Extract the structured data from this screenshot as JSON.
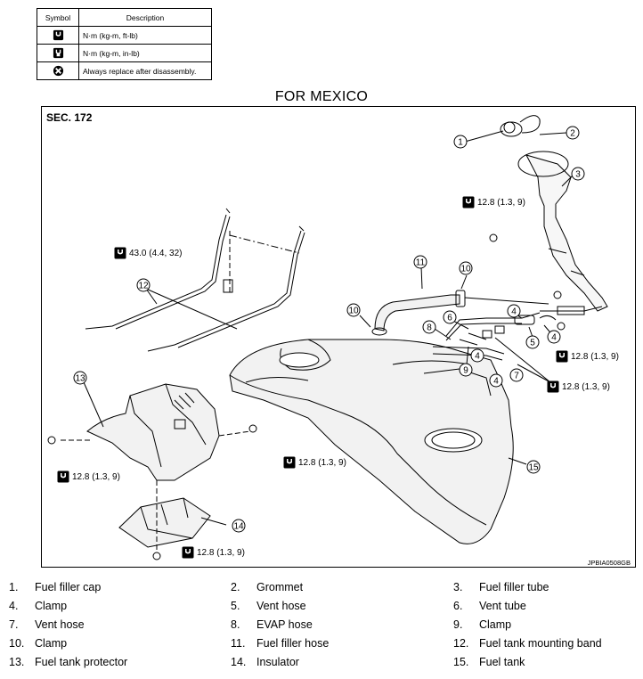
{
  "legend": {
    "headers": {
      "symbol": "Symbol",
      "description": "Description"
    },
    "rows": [
      {
        "icon": "torque-wrench-icon",
        "text": "N·m (kg-m, ft-lb)"
      },
      {
        "icon": "torque-wrench-small-icon",
        "text": "N·m (kg-m, in-lb)"
      },
      {
        "icon": "always-replace-icon",
        "text": "Always replace after disassembly."
      }
    ]
  },
  "title": "FOR MEXICO",
  "section": "SEC. 172",
  "image_code": "JPBIA0508GB",
  "callout_numbers": [
    "1",
    "2",
    "3",
    "4",
    "5",
    "6",
    "7",
    "8",
    "9",
    "10",
    "11",
    "12",
    "13",
    "14",
    "15"
  ],
  "torques": {
    "t1": "12.8 (1.3, 9)",
    "t2": "43.0 (4.4, 32)",
    "t3": "12.8 (1.3, 9)",
    "t4": "12.8 (1.3, 9)",
    "t5": "12.8 (1.3, 9)",
    "t6": "12.8 (1.3, 9)",
    "t7": "12.8 (1.3, 9)"
  },
  "parts": [
    {
      "num": "1.",
      "name": "Fuel filler cap"
    },
    {
      "num": "2.",
      "name": "Grommet"
    },
    {
      "num": "3.",
      "name": "Fuel filler tube"
    },
    {
      "num": "4.",
      "name": "Clamp"
    },
    {
      "num": "5.",
      "name": "Vent hose"
    },
    {
      "num": "6.",
      "name": "Vent tube"
    },
    {
      "num": "7.",
      "name": "Vent hose"
    },
    {
      "num": "8.",
      "name": "EVAP hose"
    },
    {
      "num": "9.",
      "name": "Clamp"
    },
    {
      "num": "10.",
      "name": "Clamp"
    },
    {
      "num": "11.",
      "name": "Fuel filler hose"
    },
    {
      "num": "12.",
      "name": "Fuel tank mounting band"
    },
    {
      "num": "13.",
      "name": "Fuel tank protector"
    },
    {
      "num": "14.",
      "name": "Insulator"
    },
    {
      "num": "15.",
      "name": "Fuel tank"
    }
  ]
}
